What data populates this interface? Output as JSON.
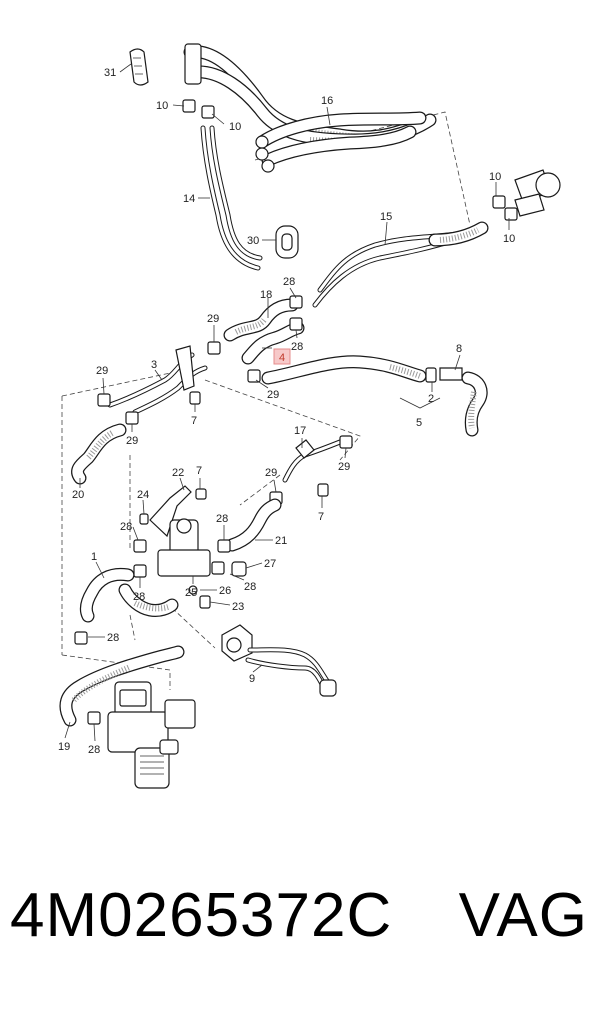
{
  "diagram": {
    "callouts": [
      {
        "id": "c31",
        "text": "31"
      },
      {
        "id": "c10a",
        "text": "10"
      },
      {
        "id": "c10b",
        "text": "10"
      },
      {
        "id": "c16",
        "text": "16"
      },
      {
        "id": "c14",
        "text": "14"
      },
      {
        "id": "c10c",
        "text": "10"
      },
      {
        "id": "c10d",
        "text": "10"
      },
      {
        "id": "c15",
        "text": "15"
      },
      {
        "id": "c30",
        "text": "30"
      },
      {
        "id": "c28a",
        "text": "28"
      },
      {
        "id": "c18",
        "text": "18"
      },
      {
        "id": "c29a",
        "text": "29"
      },
      {
        "id": "c28b",
        "text": "28"
      },
      {
        "id": "c4",
        "text": "4"
      },
      {
        "id": "c8",
        "text": "8"
      },
      {
        "id": "c3",
        "text": "3"
      },
      {
        "id": "c29b",
        "text": "29"
      },
      {
        "id": "c29c",
        "text": "29"
      },
      {
        "id": "c2",
        "text": "2"
      },
      {
        "id": "c7a",
        "text": "7"
      },
      {
        "id": "c5",
        "text": "5"
      },
      {
        "id": "c29d",
        "text": "29"
      },
      {
        "id": "c17",
        "text": "17"
      },
      {
        "id": "c29e",
        "text": "29"
      },
      {
        "id": "c20",
        "text": "20"
      },
      {
        "id": "c22",
        "text": "22"
      },
      {
        "id": "c7b",
        "text": "7"
      },
      {
        "id": "c29f",
        "text": "29"
      },
      {
        "id": "c24",
        "text": "24"
      },
      {
        "id": "c7c",
        "text": "7"
      },
      {
        "id": "c28c",
        "text": "28"
      },
      {
        "id": "c28d",
        "text": "28"
      },
      {
        "id": "c21",
        "text": "21"
      },
      {
        "id": "c1",
        "text": "1"
      },
      {
        "id": "c27",
        "text": "27"
      },
      {
        "id": "c28e",
        "text": "28"
      },
      {
        "id": "c28f",
        "text": "28"
      },
      {
        "id": "c25",
        "text": "25"
      },
      {
        "id": "c26",
        "text": "26"
      },
      {
        "id": "c23",
        "text": "23"
      },
      {
        "id": "c28g",
        "text": "28"
      },
      {
        "id": "c9",
        "text": "9"
      },
      {
        "id": "c19",
        "text": "19"
      },
      {
        "id": "c28h",
        "text": "28"
      }
    ],
    "highlighted_callout": "4"
  },
  "footer": {
    "part_number": "4M0265372C",
    "brand": "VAG"
  },
  "colors": {
    "highlight_fill": "#f7c9c9",
    "highlight_stroke": "#e58c8c",
    "highlight_text": "#c0392b",
    "line": "#1a1a1a"
  }
}
